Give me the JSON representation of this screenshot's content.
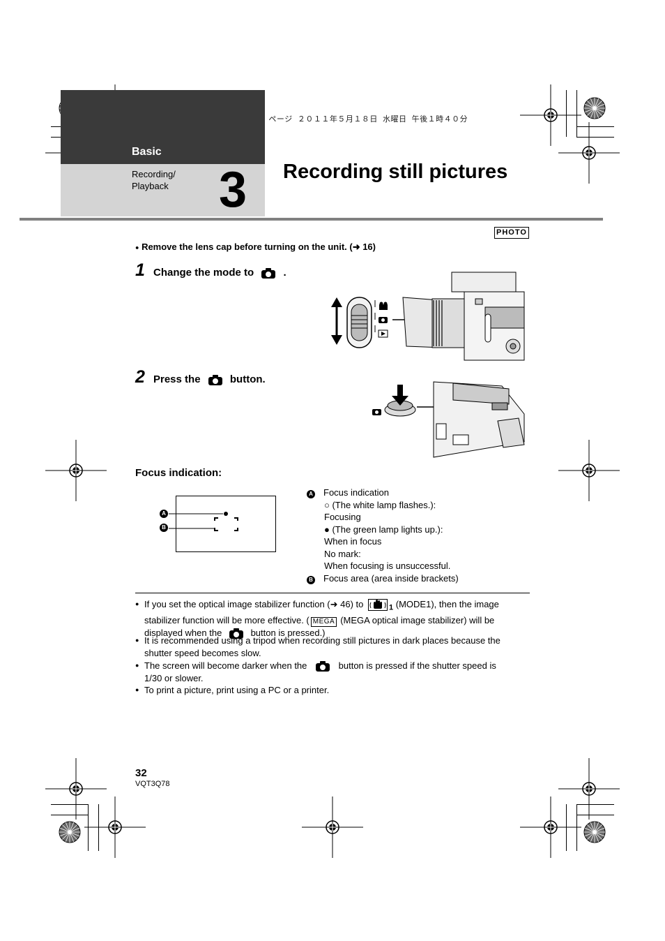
{
  "print_header": "AG-AC7P-VQT3Q78_mst.book  32 ページ  ２０１１年５月１８日  水曜日  午後１時４０分",
  "tab": {
    "section": "Basic",
    "subsection_line1": "Recording/",
    "subsection_line2": "Playback",
    "chapter_number": "3"
  },
  "page_title": "Recording still pictures",
  "mode_badge": "PHOTO",
  "precaution": "Remove the lens cap before turning on the unit. (➜ 16)",
  "steps": [
    {
      "number": "1",
      "text_before": "Change the mode to",
      "text_after": "."
    },
    {
      "number": "2",
      "text_before": "Press the",
      "text_after": "button."
    }
  ],
  "focus_section": {
    "heading": "Focus indication:",
    "callout_a": "A",
    "callout_b": "B",
    "legend": {
      "a_title": "Focus indication",
      "a_line1": "○ (The white lamp flashes.):",
      "a_line2": "Focusing",
      "a_line3": "● (The green lamp lights up.):",
      "a_line4": "When in focus",
      "a_line5": "No mark:",
      "a_line6": "When focusing is unsuccessful.",
      "b_title": "Focus area (area inside brackets)"
    }
  },
  "notes": {
    "n1_part1": "If you set the optical image stabilizer function (➜ 46) to",
    "n1_sub": "1",
    "n1_part2": "(MODE1), then the image",
    "n1_line2a": "stabilizer function will be more effective. (",
    "n1_mega": "MEGA",
    "n1_line2b": "(MEGA optical image stabilizer) will be",
    "n1_line3a": "displayed when the",
    "n1_line3b": "button is pressed.)",
    "n2_line1": "It is recommended using a tripod when recording still pictures in dark places because the",
    "n2_line2": "shutter speed becomes slow.",
    "n3_line1a": "The screen will become darker when the",
    "n3_line1b": "button is pressed if the shutter speed is",
    "n3_line2": "1/30 or slower.",
    "n4": "To print a picture, print using a PC or a printer."
  },
  "bullet_char": "●",
  "footer": {
    "page_number": "32",
    "doc_code": "VQT3Q78"
  },
  "colors": {
    "tab_dark": "#3a3a3a",
    "tab_light": "#d4d4d4",
    "rule": "#808080"
  }
}
